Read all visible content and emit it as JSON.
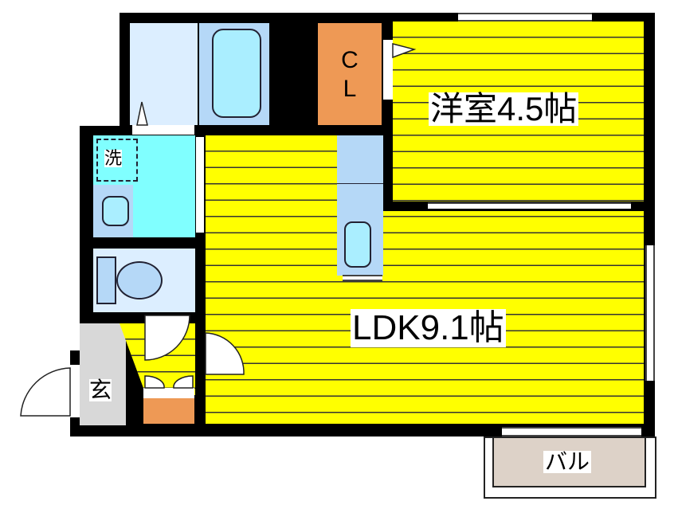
{
  "floorplan": {
    "rooms": {
      "western_room": {
        "label": "洋室4.5帖",
        "type": "洋室",
        "size_jo": 4.5
      },
      "ldk": {
        "label": "LDK9.1帖",
        "type": "LDK",
        "size_jo": 9.1
      },
      "closet": {
        "label_line1": "C",
        "label_line2": "L"
      },
      "washroom": {
        "label": "洗"
      },
      "entrance": {
        "label": "玄"
      },
      "balcony": {
        "label": "バル"
      }
    },
    "colors": {
      "floor": "#ffff00",
      "wall": "#000000",
      "bath": "#dceeff",
      "tub": "#b5d8f7",
      "washroom": "#80ffff",
      "closet": "#ee9955",
      "entrance": "#d8d8d8",
      "balcony": "#ddd2c8"
    }
  }
}
